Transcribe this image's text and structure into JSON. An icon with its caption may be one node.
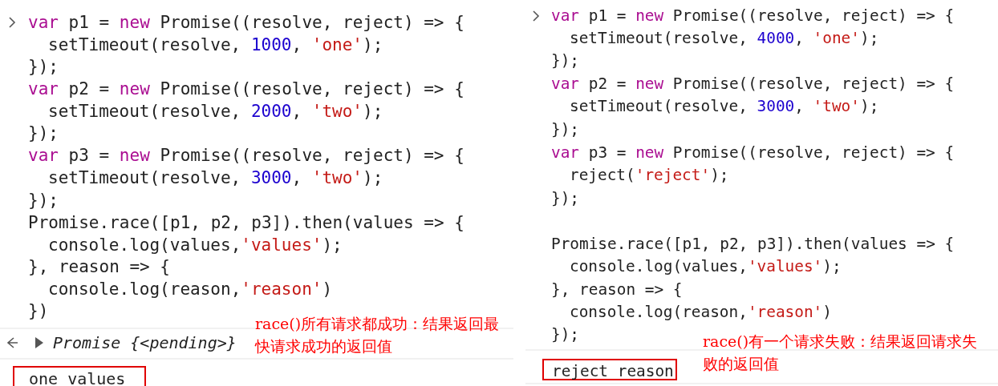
{
  "diagram": {
    "nodes": [
      {
        "text": [
          "one values"
        ]
      },
      {
        "text": [
          "reject reason"
        ]
      }
    ],
    "edges": [],
    "labels": [
      "var p1 = new Promise((resolve, reject) => {",
      "setTimeout(resolve, 1000, 'one');",
      "});",
      "var p2 = new Promise((resolve, reject) => {",
      "setTimeout(resolve, 2000, 'two');",
      "});",
      "var p3 = new Promise((resolve, reject) => {",
      "setTimeout(resolve, 3000, 'two');",
      "});",
      "Promise.race([p1, p2, p3]).then(values => {",
      "console.log(values,'values');",
      "}, reason => {",
      "console.log(reason,'reason')",
      "})",
      "Promise {<pending>}",
      "race()所有请求都成功：结果返回最快请求成功的返回值",
      "var p1 = new Promise((resolve, reject) => {",
      "setTimeout(resolve, 4000, 'one');",
      "});",
      "var p2 = new Promise((resolve, reject) => {",
      "setTimeout(resolve, 3000, 'two');",
      "});",
      "var p3 = new Promise((resolve, reject) => {",
      "reject('reject');",
      "});",
      "Promise.race([p1, p2, p3]).then(values => {",
      "console.log(values,'values');",
      "}, reason => {",
      "console.log(reason,'reason')",
      "});",
      "race()有一个请求失败：结果返回请求失败的返回值"
    ]
  }
}
